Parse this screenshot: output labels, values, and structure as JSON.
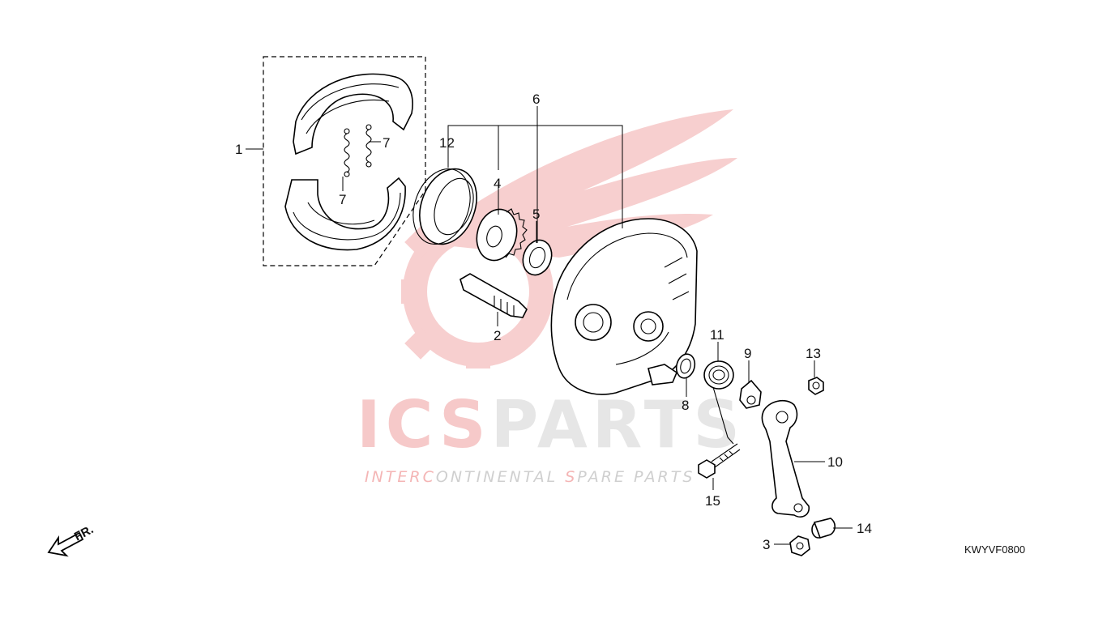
{
  "watermark": {
    "brand_red": "ICS",
    "brand_gray": "PARTS",
    "tagline_parts": [
      {
        "text": "INTER",
        "color": "#f4b5b5"
      },
      {
        "text": "C",
        "color": "#f4b5b5"
      },
      {
        "text": "ONTINENTAL ",
        "color": "#cfcfcf"
      },
      {
        "text": "S",
        "color": "#f4b5b5"
      },
      {
        "text": "PARE PARTS",
        "color": "#cfcfcf"
      }
    ],
    "red_color": "#f6c9c9",
    "gray_color": "#e3e3e3"
  },
  "diagram_code": "KWYVF0800",
  "front_indicator": "FR.",
  "callouts": {
    "c1": "1",
    "c2": "2",
    "c3": "3",
    "c4": "4",
    "c5": "5",
    "c6": "6",
    "c7a": "7",
    "c7b": "7",
    "c8": "8",
    "c9": "9",
    "c10": "10",
    "c11": "11",
    "c12": "12",
    "c13": "13",
    "c14": "14",
    "c15": "15"
  }
}
